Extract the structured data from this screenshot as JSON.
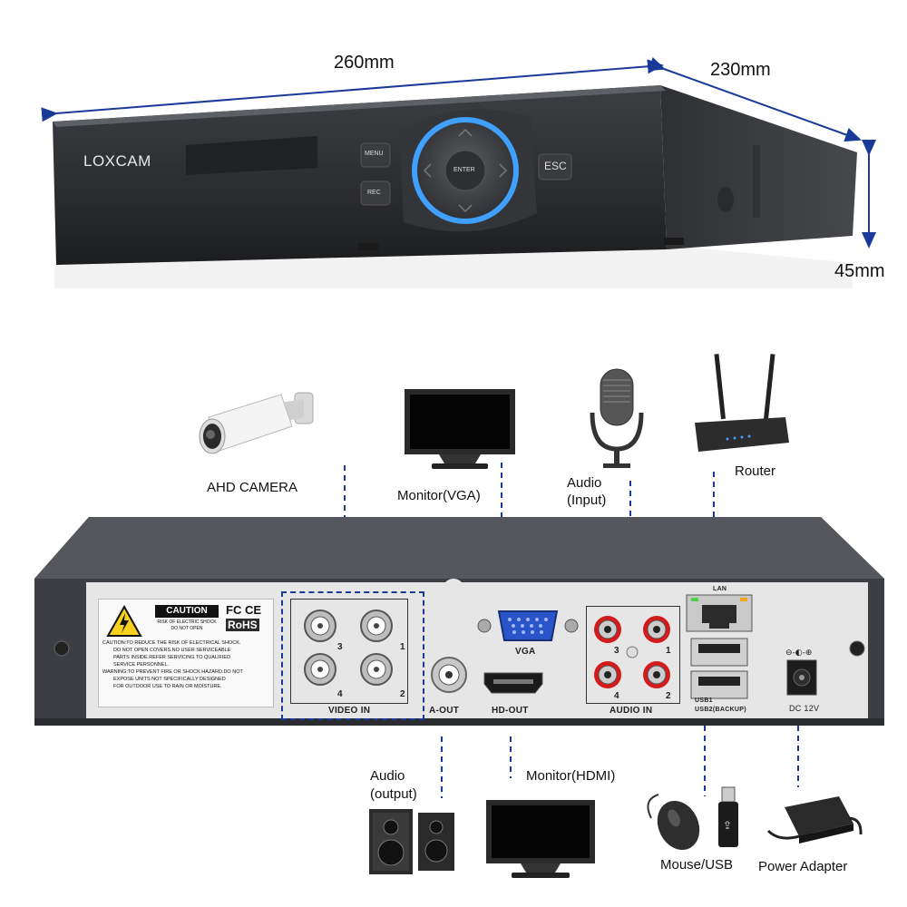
{
  "dimensions": {
    "width": "260mm",
    "depth": "230mm",
    "height": "45mm"
  },
  "front_panel": {
    "brand": "LOXCAM",
    "menu_button": "MENU",
    "rec_button": "REC",
    "enter_button": "ENTER",
    "esc_button": "ESC"
  },
  "devices": {
    "camera": "AHD CAMERA",
    "monitor_vga": "Monitor(VGA)",
    "audio_input_line1": "Audio",
    "audio_input_line2": "(Input)",
    "router": "Router",
    "audio_output_line1": "Audio",
    "audio_output_line2": "(output)",
    "monitor_hdmi": "Monitor(HDMI)",
    "mouse_usb": "Mouse/USB",
    "power_adapter": "Power Adapter"
  },
  "rear_panel": {
    "caution_title": "CAUTION",
    "caution_sub1": "RISK OF ELECTRIC SHOCK",
    "caution_sub2": "DO NOT OPEN",
    "fc": "FC CE",
    "rohs": "RoHS",
    "warning_text1": "CAUTION:TO REDUCE THE RISK OF ELECTRICAL SHOCK.",
    "warning_text2": "DO NOT OPEN COVERS.NO USER SERVICEABLE",
    "warning_text3": "PARTS INSIDE.REFER SERVICING TO QUALIFIED",
    "warning_text4": "SERVICE PERSONNEL.",
    "warning_text5": "WARNING:TO PREVENT FIRE OR SHOCK HAZARD.DO NOT",
    "warning_text6": "EXPOSE UNITS NOT SPECIFICALLY DESIGNED",
    "warning_text7": "FOR OUTDOOR USE TO RAIN OR MOISTURE.",
    "video_in": "VIDEO IN",
    "bnc_3": "3",
    "bnc_1": "1",
    "bnc_4": "4",
    "bnc_2": "2",
    "a_out": "A-OUT",
    "vga": "VGA",
    "hd_out": "HD-OUT",
    "audio_in": "AUDIO IN",
    "rca_3": "3",
    "rca_1": "1",
    "rca_4": "4",
    "rca_2": "2",
    "lan": "LAN",
    "usb1": "USB1",
    "usb2": "USB2(BACKUP)",
    "dc": "DC 12V"
  },
  "colors": {
    "arrow": "#1a3a9a",
    "dash": "#1a3a9a",
    "dvr_body": "#3a3c40",
    "rear_plate": "#e6e6e6",
    "ring": "#3fa0ff"
  }
}
